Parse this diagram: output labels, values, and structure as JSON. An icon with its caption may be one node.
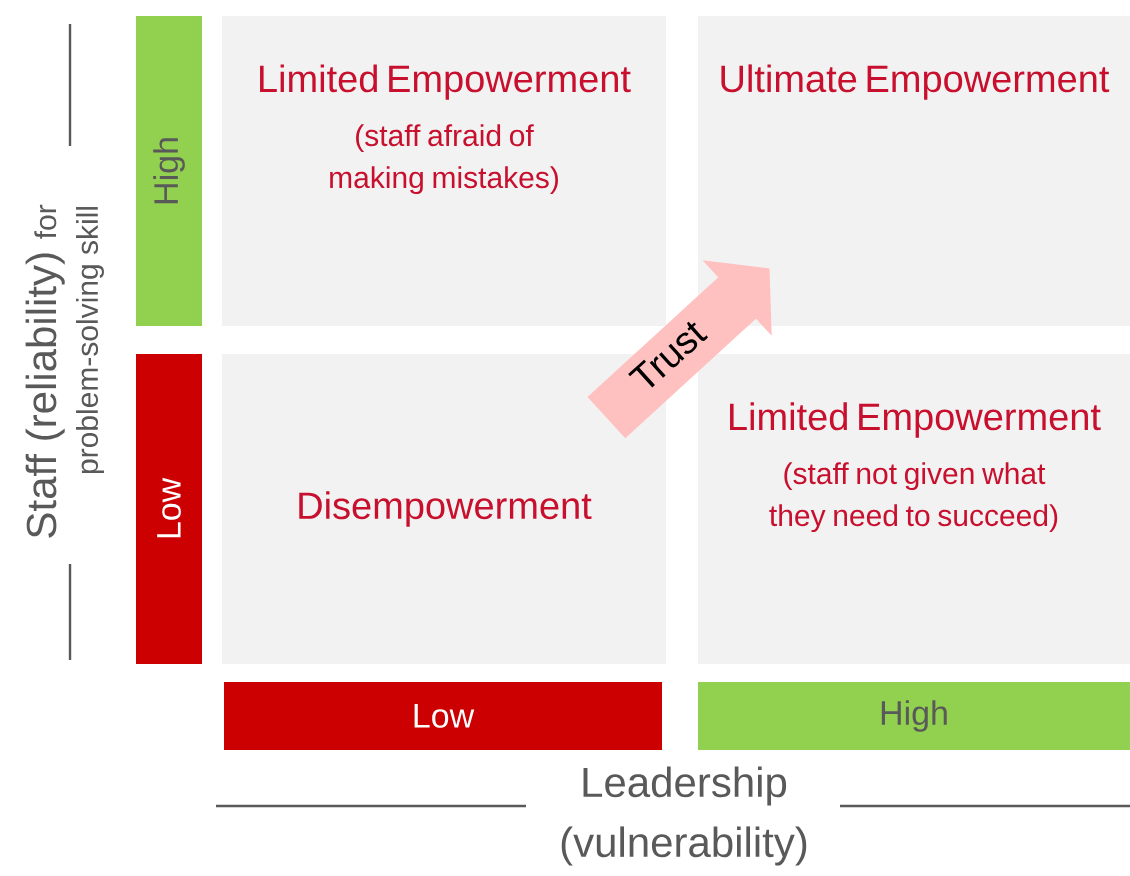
{
  "diagram": {
    "nodes": [
      {
        "text": [
          "Limited Empowerment",
          "(staff afraid of making mistakes)"
        ]
      },
      {
        "text": [
          "Ultimate Empowerment"
        ]
      },
      {
        "text": [
          "Disempowerment"
        ]
      },
      {
        "text": [
          "Limited Empowerment",
          "(staff not given what they need to succeed)"
        ]
      },
      {
        "text": [
          "High"
        ]
      },
      {
        "text": [
          "Low"
        ]
      },
      {
        "text": [
          "Low"
        ]
      },
      {
        "text": [
          "High"
        ]
      }
    ],
    "edges": [
      {
        "from": 2,
        "to": 1,
        "arrow": "to",
        "label": "Trust"
      }
    ],
    "labels": [
      "Staff (reliability)",
      "for",
      "problem-solving skill",
      "Leadership (vulnerability)"
    ]
  }
}
